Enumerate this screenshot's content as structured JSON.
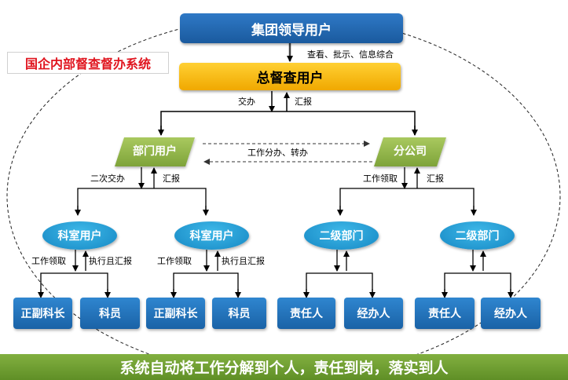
{
  "top_node": "集团领导用户",
  "top_annotation": "查看、批示、信息综合",
  "supervisor_node": "总督查用户",
  "system_label": "国企内部督查督办系统",
  "supervisor_links": {
    "assign": "交办",
    "report": "汇报"
  },
  "dept_node": "部门用户",
  "branch_node": "分公司",
  "cross_link": "工作分办、转办",
  "dept_links": {
    "assign": "二次交办",
    "report": "汇报"
  },
  "branch_links": {
    "receive": "工作领取",
    "report": "汇报"
  },
  "section_nodes": [
    {
      "label": "科室用户",
      "receive": "工作领取",
      "report": "执行且汇报"
    },
    {
      "label": "科室用户",
      "receive": "工作领取",
      "report": "执行且汇报"
    }
  ],
  "second_level_nodes": [
    {
      "label": "二级部门"
    },
    {
      "label": "二级部门"
    }
  ],
  "leaf_nodes": [
    "正副科长",
    "科员",
    "正副科长",
    "科员",
    "责任人",
    "经办人",
    "责任人",
    "经办人"
  ],
  "footer": "系统自动将工作分解到个人，责任到岗，落实到人",
  "colors": {
    "blue": "#1a62a6",
    "yellow": "#f0a800",
    "green": "#7ea33a",
    "cyan": "#1688c4",
    "red": "#e0141e",
    "footer": "#6a9a2e"
  }
}
